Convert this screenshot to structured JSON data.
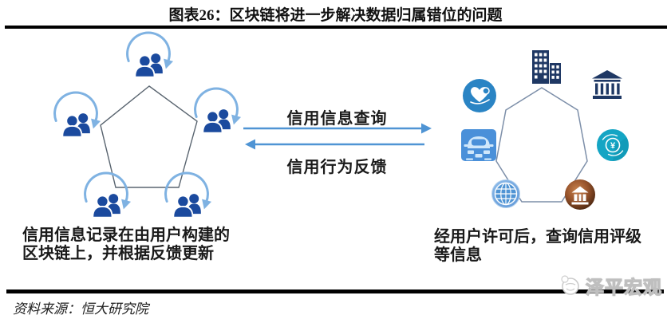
{
  "title": "图表26：区块链将进一步解决数据归属错位的问题",
  "flow": {
    "query_label": "信用信息查询",
    "feedback_label": "信用行为反馈"
  },
  "left_network": {
    "shape": "pentagon",
    "node_icon": "user-group-icon",
    "node_count": 5,
    "caption_line1": "信用信息记录在由用户构建的",
    "caption_line2": "区块链上，并根据反馈更新"
  },
  "right_network": {
    "shape": "heptagon",
    "coin_symbol": "¥",
    "icons": [
      {
        "name": "office-building-icon",
        "position": "top"
      },
      {
        "name": "bank-building-icon",
        "position": "top-right"
      },
      {
        "name": "payment-currency-icon",
        "position": "right"
      },
      {
        "name": "bronze-bank-icon",
        "position": "bottom-right"
      },
      {
        "name": "globe-icon",
        "position": "bottom-left"
      },
      {
        "name": "car-icon",
        "position": "left"
      },
      {
        "name": "heart-care-icon",
        "position": "top-left"
      }
    ],
    "caption_line1": "经用户许可后，查询信用评级",
    "caption_line2": "等信息"
  },
  "source": "资料来源：恒大研究院",
  "watermark": "泽平宏观",
  "colors": {
    "user_icon": "#1b4a9e",
    "cycle_arrow": "#7fb2e2",
    "flow_arrow": "#4f94d4",
    "pentagon_stroke": "#5a6570",
    "heptagon_stroke": "#7d8fa9",
    "navy_icon": "#1f3864",
    "heart_circle": "#2a84c4",
    "car_square": "#4a90d9",
    "coin_circle": "#14a5c4",
    "globe_blue": "#4f94d4",
    "bronze": "#8a4a28"
  }
}
